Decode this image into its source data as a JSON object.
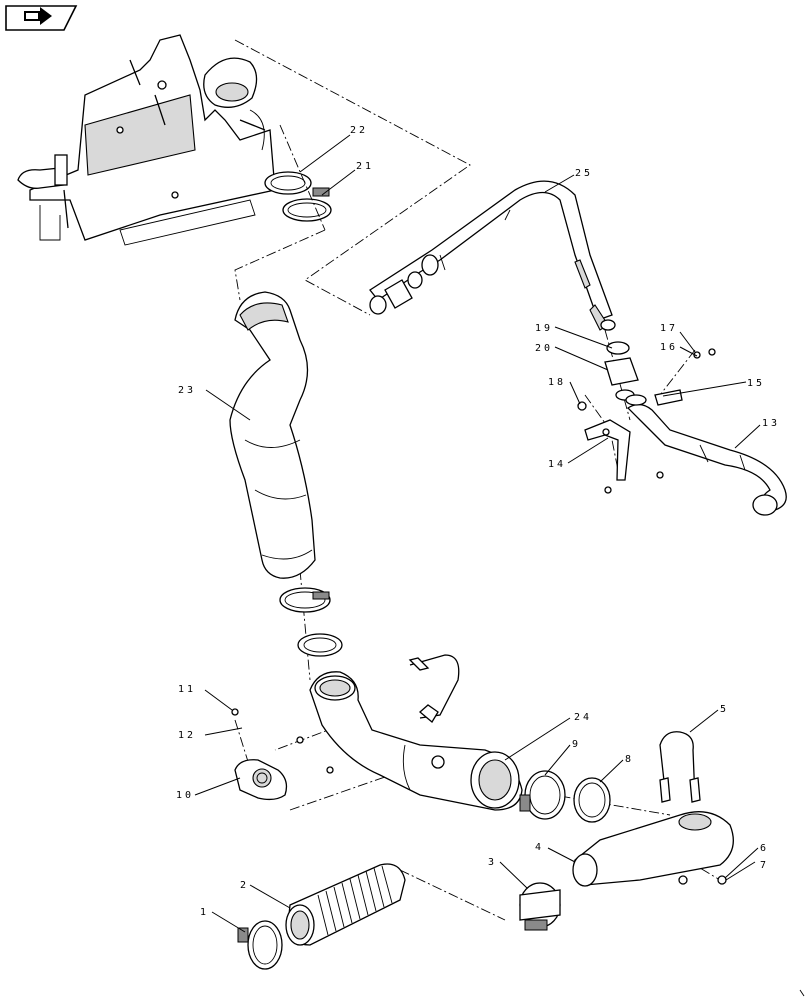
{
  "nav": {
    "icon": "next-page-icon"
  },
  "callouts": {
    "c1": "1",
    "c2": "2",
    "c3": "3",
    "c4": "4",
    "c5": "5",
    "c6": "6",
    "c7": "7",
    "c8": "8",
    "c9": "9",
    "c10": "10",
    "c11": "11",
    "c12": "12",
    "c13": "13",
    "c14": "14",
    "c15": "15",
    "c16": "16",
    "c17": "17",
    "c18": "18",
    "c19": "19",
    "c20": "20",
    "c21": "21",
    "c22": "22",
    "c23": "23",
    "c24": "24",
    "c25": "25"
  }
}
